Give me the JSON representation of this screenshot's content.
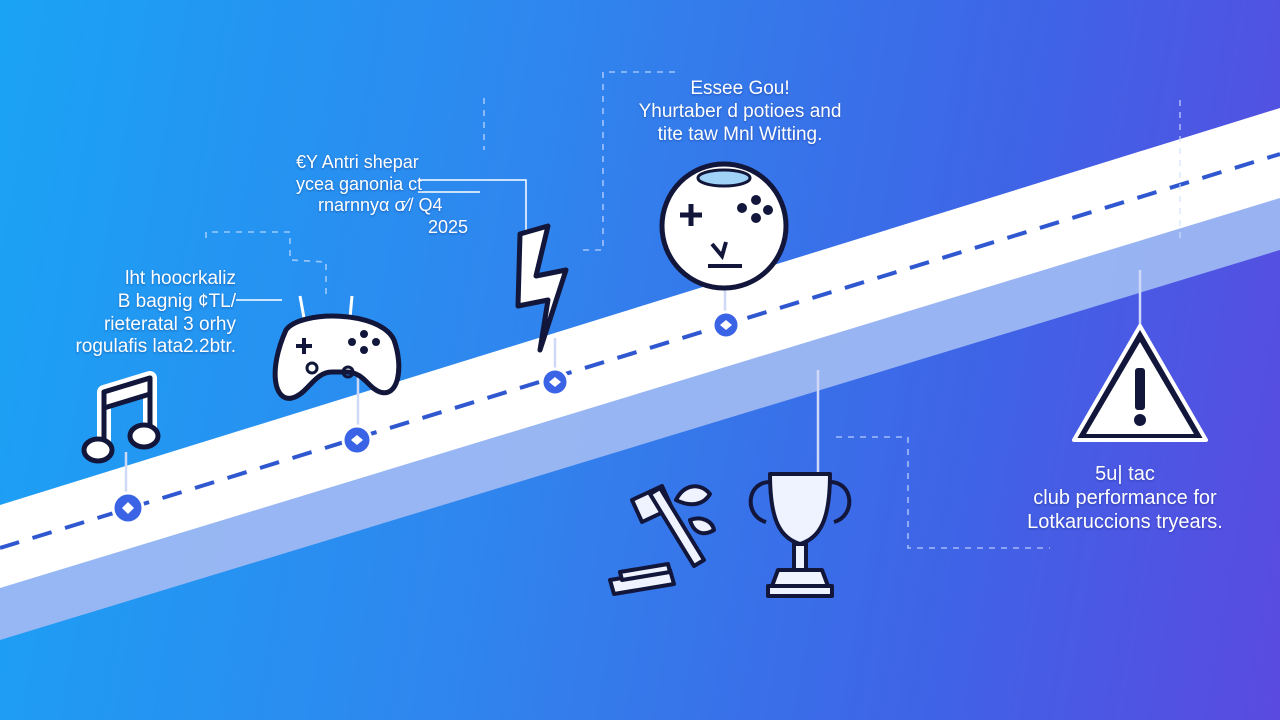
{
  "colors": {
    "background_start": "#1aa3f5",
    "background_end": "#5a4ae0",
    "road": "#ffffff",
    "road_shadow": "#9db8f2",
    "dash": "#2f57d0",
    "marker": "#3a63e6",
    "icon_stroke": "#12163a"
  },
  "captions": {
    "anti": {
      "line1": "€Y Antri shepar",
      "line2": "ycea ganonia ct",
      "line3": "rnarnnyα σ⁄/ Q4",
      "line4": "2025"
    },
    "essee": {
      "line1": "Essee Gou!",
      "line2": "Yhurtaber d potioes and",
      "line3": "tite taw Mnl Witting."
    },
    "hoo": {
      "line1": "lht hoocrkaliz",
      "line2": "B bagnig ¢TL/",
      "line3": "rieteratal 3 orhy",
      "line4": "rogulafis lata2.2btr."
    },
    "club": {
      "line1": "5u| tac",
      "line2": "club performance for",
      "line3": "Lotkaruccions tryears."
    }
  },
  "icons": [
    "music-note-icon",
    "gamepad-icon",
    "lightning-bolt-icon",
    "gamepad-round-icon",
    "warning-icon",
    "gavel-icon",
    "trophy-icon"
  ]
}
